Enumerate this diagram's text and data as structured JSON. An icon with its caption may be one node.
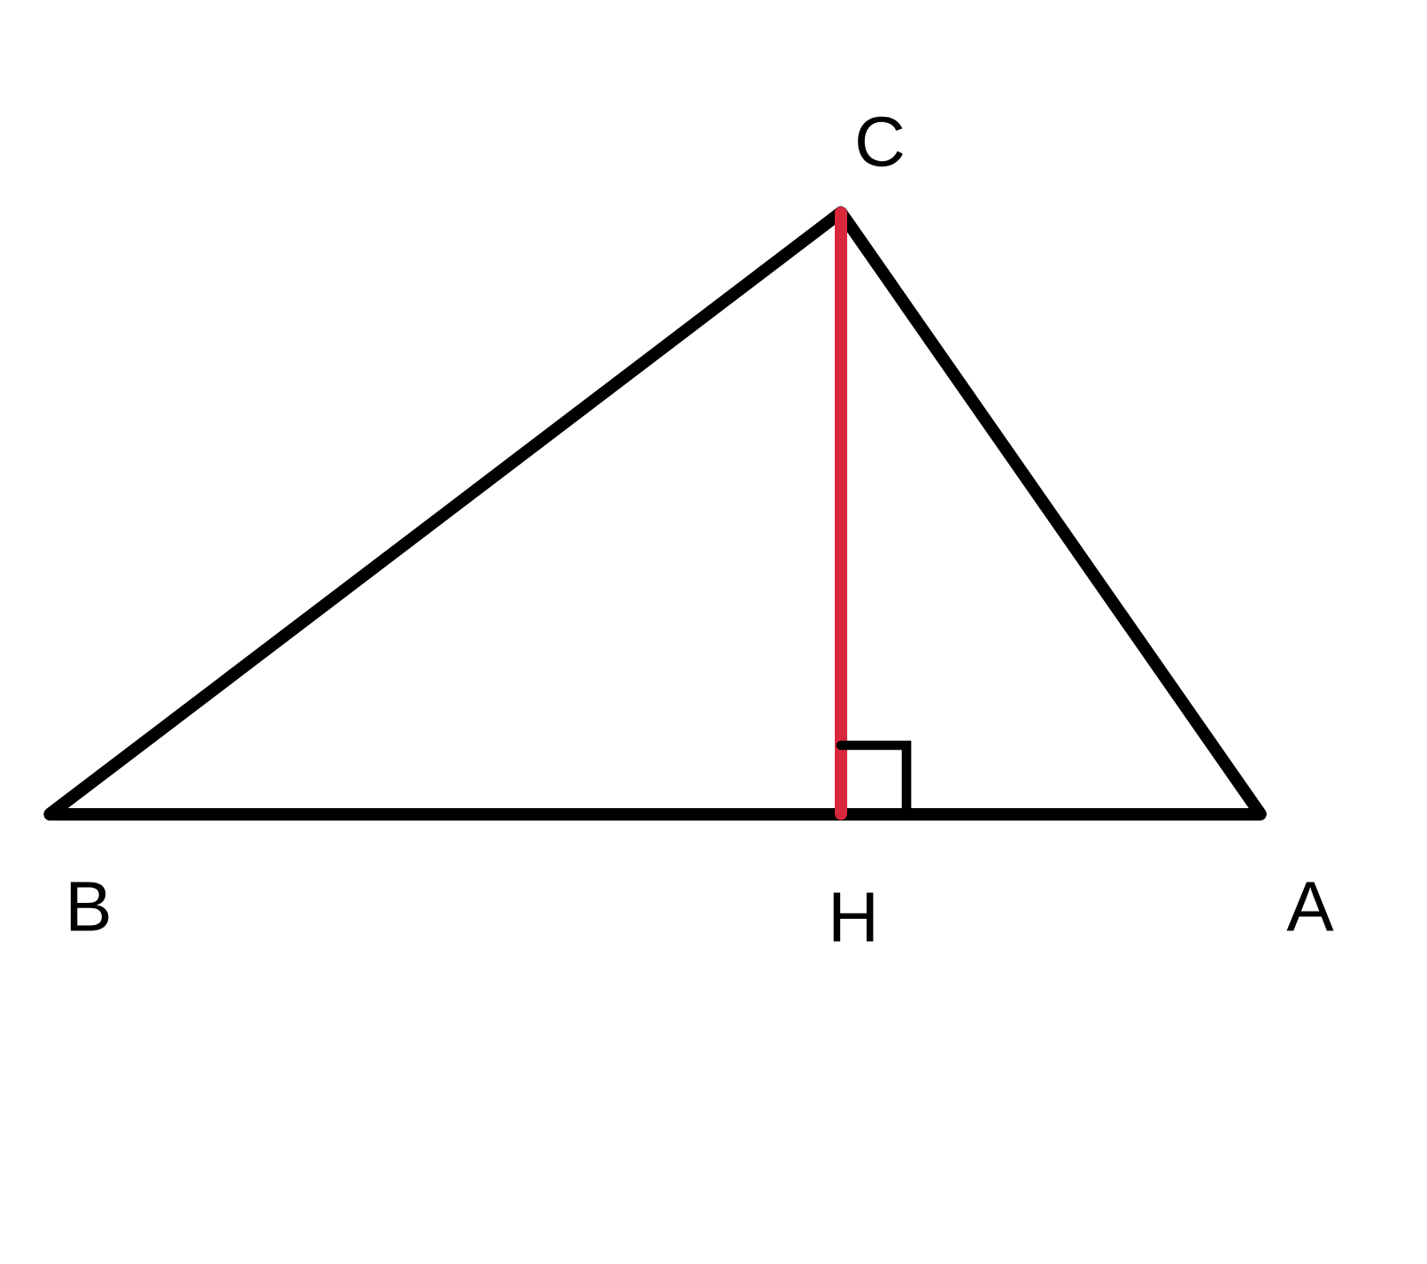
{
  "diagram": {
    "nodes": [
      {
        "text": [
          "C"
        ]
      },
      {
        "text": [
          "B"
        ]
      },
      {
        "text": [
          "H"
        ]
      },
      {
        "text": [
          "A"
        ]
      }
    ],
    "edges": [
      {
        "from": 0,
        "to": 1,
        "arrow": "none"
      },
      {
        "from": 1,
        "to": 2,
        "arrow": "none"
      },
      {
        "from": 2,
        "to": 3,
        "arrow": "none"
      },
      {
        "from": 3,
        "to": 0,
        "arrow": "none"
      },
      {
        "from": 0,
        "to": 2,
        "arrow": "none",
        "color": "#d8283c"
      }
    ]
  }
}
